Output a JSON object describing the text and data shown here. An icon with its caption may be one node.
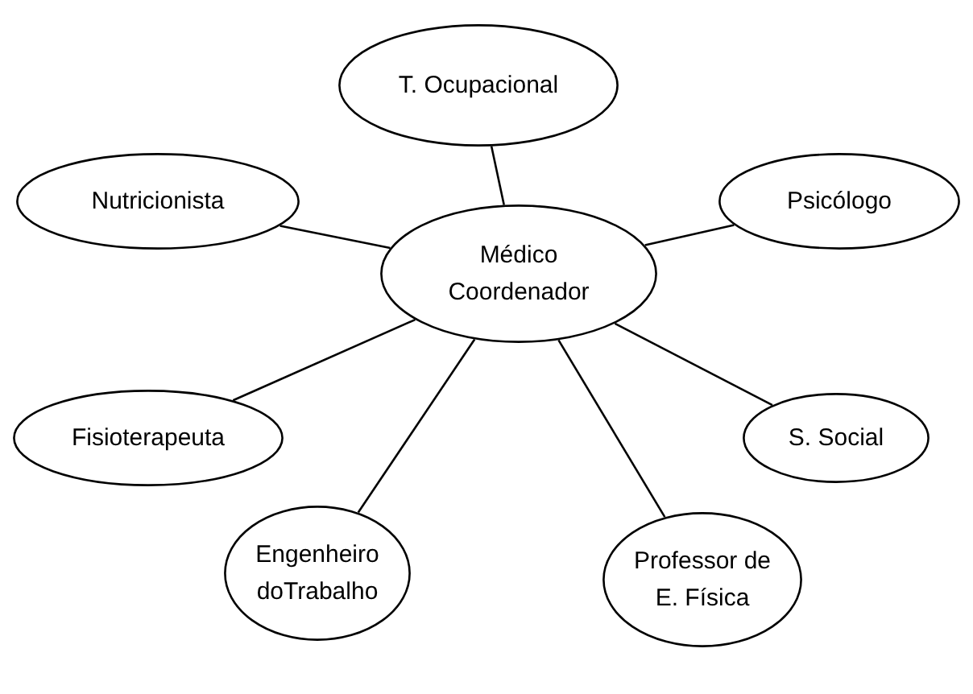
{
  "diagram": {
    "nodes": [
      {
        "text": [
          "T. Ocupacional"
        ]
      },
      {
        "text": [
          "Nutricionista"
        ]
      },
      {
        "text": [
          "Psicólogo"
        ]
      },
      {
        "text": [
          "Médico Coordenador"
        ]
      },
      {
        "text": [
          "Fisioterapeuta"
        ]
      },
      {
        "text": [
          "S. Social"
        ]
      },
      {
        "text": [
          "Engenheiro doTrabalho"
        ]
      },
      {
        "text": [
          "Professor de E. Física"
        ]
      }
    ],
    "edges": [
      {
        "from": 3,
        "to": 0,
        "arrow": "none"
      },
      {
        "from": 3,
        "to": 1,
        "arrow": "none"
      },
      {
        "from": 3,
        "to": 2,
        "arrow": "none"
      },
      {
        "from": 3,
        "to": 4,
        "arrow": "none"
      },
      {
        "from": 3,
        "to": 5,
        "arrow": "none"
      },
      {
        "from": 3,
        "to": 6,
        "arrow": "none"
      },
      {
        "from": 3,
        "to": 7,
        "arrow": "none"
      }
    ]
  }
}
